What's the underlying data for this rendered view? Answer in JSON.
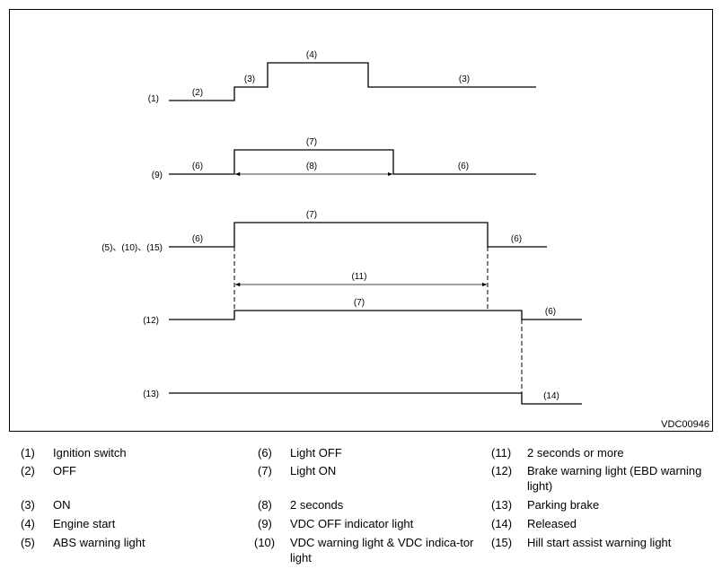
{
  "diagram": {
    "figure_id": "VDC00946",
    "row_labels": {
      "ignition": "(1)",
      "vdc_off": "(9)",
      "abs_group": "(5)、(10)、(15)",
      "brake": "(12)",
      "parking": "(13)"
    },
    "callouts": {
      "ignition_off": "(2)",
      "ignition_on_1": "(3)",
      "ignition_start": "(4)",
      "ignition_on_2": "(3)",
      "vdc_off_before": "(6)",
      "vdc_on": "(7)",
      "vdc_duration": "(8)",
      "vdc_off_after": "(6)",
      "abs_off_before": "(6)",
      "abs_on": "(7)",
      "abs_off_after": "(6)",
      "abs_duration": "(11)",
      "brake_on": "(7)",
      "brake_off_after": "(6)",
      "parking_released": "(14)"
    }
  },
  "legend": [
    {
      "num": "(1)",
      "text": "Ignition switch"
    },
    {
      "num": "(2)",
      "text": "OFF"
    },
    {
      "num": "(3)",
      "text": "ON"
    },
    {
      "num": "(4)",
      "text": "Engine start"
    },
    {
      "num": "(5)",
      "text": "ABS warning light"
    },
    {
      "num": "(6)",
      "text": "Light OFF"
    },
    {
      "num": "(7)",
      "text": "Light ON"
    },
    {
      "num": "(8)",
      "text": "2 seconds"
    },
    {
      "num": "(9)",
      "text": "VDC OFF indicator light"
    },
    {
      "num": "(10)",
      "text": "VDC warning light & VDC indica-tor light"
    },
    {
      "num": "(11)",
      "text": "2 seconds or more"
    },
    {
      "num": "(12)",
      "text": "Brake warning light (EBD warning light)"
    },
    {
      "num": "(13)",
      "text": "Parking brake"
    },
    {
      "num": "(14)",
      "text": "Released"
    },
    {
      "num": "(15)",
      "text": "Hill start assist warning light"
    }
  ]
}
